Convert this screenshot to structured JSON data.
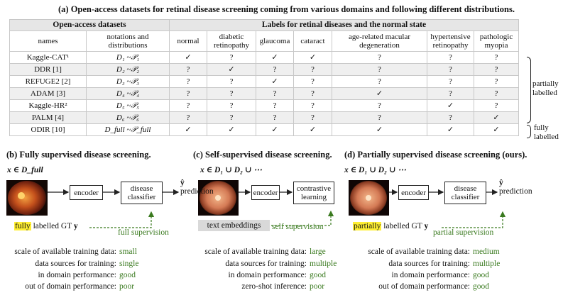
{
  "panel_a": {
    "title": "(a) Open-access datasets for retinal disease screening coming from various domains and following different distributions.",
    "header_left": "Open-access datasets",
    "header_right": "Labels for retinal diseases and the normal state",
    "col_names": "names",
    "col_notations": "notations and distributions",
    "label_columns": [
      "normal",
      "diabetic retinopathy",
      "glaucoma",
      "cataract",
      "age-related macular degeneration",
      "hypertensive retinopathy",
      "pathologic myopia"
    ],
    "rows": [
      {
        "name": "Kaggle-CAT¹",
        "notation": "D₁ ~𝒫₁",
        "cells": [
          "✓",
          "?",
          "✓",
          "✓",
          "?",
          "?",
          "?"
        ]
      },
      {
        "name": "DDR [1]",
        "notation": "D₂ ~𝒫₂",
        "cells": [
          "?",
          "✓",
          "?",
          "?",
          "?",
          "?",
          "?"
        ]
      },
      {
        "name": "REFUGE2 [2]",
        "notation": "D₃ ~𝒫₃",
        "cells": [
          "?",
          "?",
          "✓",
          "?",
          "?",
          "?",
          "?"
        ]
      },
      {
        "name": "ADAM [3]",
        "notation": "D₄ ~𝒫₄",
        "cells": [
          "?",
          "?",
          "?",
          "?",
          "✓",
          "?",
          "?"
        ]
      },
      {
        "name": "Kaggle-HR²",
        "notation": "D₅ ~𝒫₅",
        "cells": [
          "?",
          "?",
          "?",
          "?",
          "?",
          "✓",
          "?"
        ]
      },
      {
        "name": "PALM [4]",
        "notation": "D₆ ~𝒫₆",
        "cells": [
          "?",
          "?",
          "?",
          "?",
          "?",
          "?",
          "✓"
        ]
      },
      {
        "name": "ODIR [10]",
        "notation": "D_full ~𝒫_full",
        "cells": [
          "✓",
          "✓",
          "✓",
          "✓",
          "✓",
          "✓",
          "✓"
        ]
      }
    ],
    "partially_labelled": "partially labelled",
    "fully_labelled": "fully labelled"
  },
  "panel_b": {
    "title": "(b) Fully supervised disease screening.",
    "input": "x ∈ D_full",
    "encoder": "encoder",
    "classifier": "disease classifier",
    "y_hat": "ŷ",
    "prediction": "prediction",
    "gt_highlight": "fully",
    "gt_rest": "labelled GT",
    "gt_symbol": "y",
    "supervision": "full supervision",
    "stats": [
      {
        "label": "scale of available training data:",
        "value": "small"
      },
      {
        "label": "data sources for training:",
        "value": "single"
      },
      {
        "label": "in domain performance:",
        "value": "good"
      },
      {
        "label": "out of domain performance:",
        "value": "poor"
      }
    ]
  },
  "panel_c": {
    "title": "(c) Self-supervised disease screening.",
    "input": "x ∈ D₁ ∪ D₂ ∪ ⋯",
    "encoder": "encoder",
    "learner": "contrastive learning",
    "text_embeddings": "text embeddings",
    "supervision": "self supervision",
    "stats": [
      {
        "label": "scale of available training data:",
        "value": "large"
      },
      {
        "label": "data sources for training:",
        "value": "multiple"
      },
      {
        "label": "in domain performance:",
        "value": "good"
      },
      {
        "label": "zero-shot inference:",
        "value": "poor"
      }
    ]
  },
  "panel_d": {
    "title": "(d) Partially supervised disease screening  (ours).",
    "input": "x ∈ D₁ ∪ D₂ ∪ ⋯",
    "encoder": "encoder",
    "classifier": "disease classifier",
    "y_hat": "ŷ",
    "prediction": "prediction",
    "gt_highlight": "partially",
    "gt_rest": "labelled GT",
    "gt_symbol": "y",
    "supervision": "partial supervision",
    "stats": [
      {
        "label": "scale of available training data:",
        "value": "medium"
      },
      {
        "label": "data sources for training:",
        "value": "multiple"
      },
      {
        "label": "in domain performance:",
        "value": "good"
      },
      {
        "label": "out of domain performance:",
        "value": "good"
      }
    ]
  },
  "colors": {
    "highlight": "#ffef33",
    "green": "#3a7a1f",
    "header_bg": "#e6e6e6",
    "stripe_bg": "#efefef"
  }
}
